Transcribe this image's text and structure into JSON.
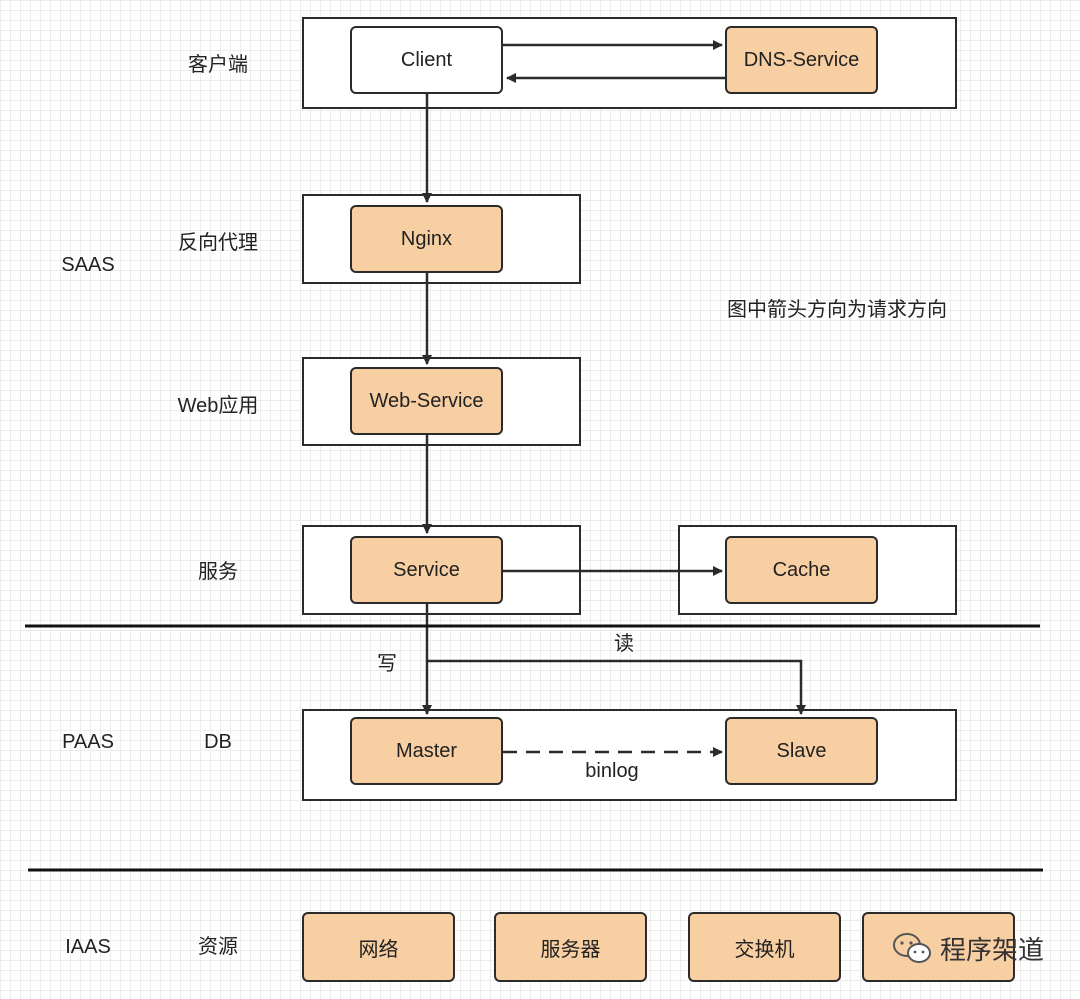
{
  "layers": {
    "saas": "SAAS",
    "paas": "PAAS",
    "iaas": "IAAS"
  },
  "rows": {
    "client": "客户端",
    "proxy": "反向代理",
    "web": "Web应用",
    "service": "服务",
    "db": "DB",
    "resource": "资源"
  },
  "nodes": {
    "client": "Client",
    "dns": "DNS-Service",
    "nginx": "Nginx",
    "web_service": "Web-Service",
    "service": "Service",
    "cache": "Cache",
    "master": "Master",
    "slave": "Slave",
    "network": "网络",
    "servers": "服务器",
    "switch": "交换机"
  },
  "edge_labels": {
    "write": "写",
    "read": "读",
    "binlog": "binlog"
  },
  "note": "图中箭头方向为请求方向",
  "watermark": "程序架道",
  "colors": {
    "node_fill": "#f8cfa3",
    "stroke": "#2b2b2b"
  },
  "icons": {
    "watermark": "wechat-icon"
  }
}
